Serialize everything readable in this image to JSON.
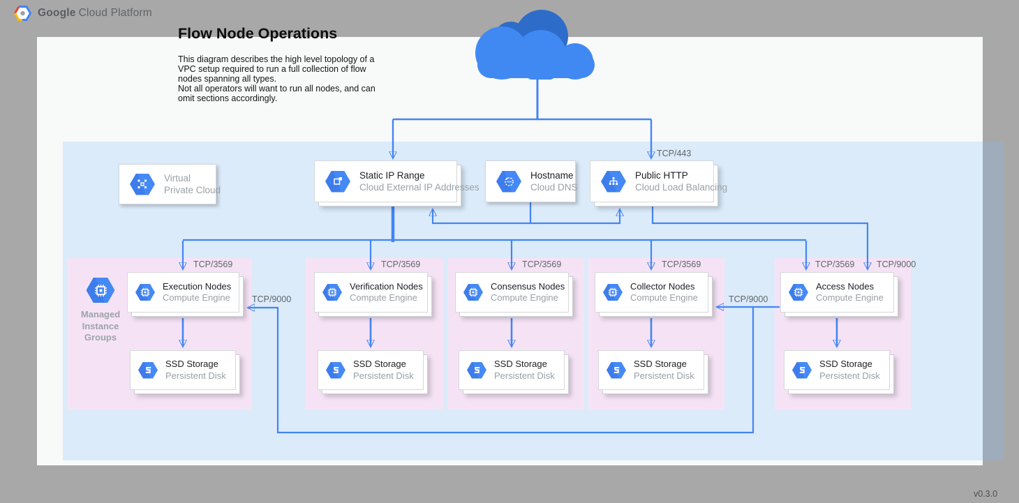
{
  "header": {
    "brand_bold": "Google",
    "brand_rest": "Cloud Platform"
  },
  "title": "Flow Node Operations",
  "description": "This diagram describes the high level topology of a\nVPC setup required to run a full collection of flow\nnodes spanning all types.\nNot all operators will want to run all nodes, and can\nomit sections accordingly.",
  "version": "v0.3.0",
  "colors": {
    "accent_blue": "#4285f4",
    "hexagon_blue": "#4285f4",
    "vpc_fill": "#ddecfa",
    "group_fill": "#f5e3f5",
    "canvas": "#f8f9f9",
    "frame_gray": "#a8a8a8",
    "cloud_light": "#4189f2",
    "cloud_dark": "#2d6dc9"
  },
  "cards": {
    "vpc": {
      "title": "Virtual",
      "subtitle": "Private Cloud"
    },
    "static_ip": {
      "title": "Static IP Range",
      "subtitle": "Cloud External IP Addresses"
    },
    "hostname": {
      "title": "Hostname",
      "subtitle": "Cloud DNS"
    },
    "public_http": {
      "title": "Public HTTP",
      "subtitle": "Cloud Load Balancing"
    }
  },
  "mig_label": "Managed\nInstance\nGroups",
  "groups": [
    {
      "node": {
        "title": "Execution Nodes",
        "subtitle": "Compute Engine"
      },
      "ssd": {
        "title": "SSD Storage",
        "subtitle": "Persistent Disk"
      }
    },
    {
      "node": {
        "title": "Verification Nodes",
        "subtitle": "Compute Engine"
      },
      "ssd": {
        "title": "SSD Storage",
        "subtitle": "Persistent Disk"
      }
    },
    {
      "node": {
        "title": "Consensus Nodes",
        "subtitle": "Compute Engine"
      },
      "ssd": {
        "title": "SSD Storage",
        "subtitle": "Persistent Disk"
      }
    },
    {
      "node": {
        "title": "Collector Nodes",
        "subtitle": "Compute Engine"
      },
      "ssd": {
        "title": "SSD Storage",
        "subtitle": "Persistent Disk"
      }
    },
    {
      "node": {
        "title": "Access Nodes",
        "subtitle": "Compute Engine"
      },
      "ssd": {
        "title": "SSD Storage",
        "subtitle": "Persistent Disk"
      }
    }
  ],
  "ports": {
    "tcp443": "TCP/443",
    "tcp3569": "TCP/3569",
    "tcp9000": "TCP/9000"
  }
}
